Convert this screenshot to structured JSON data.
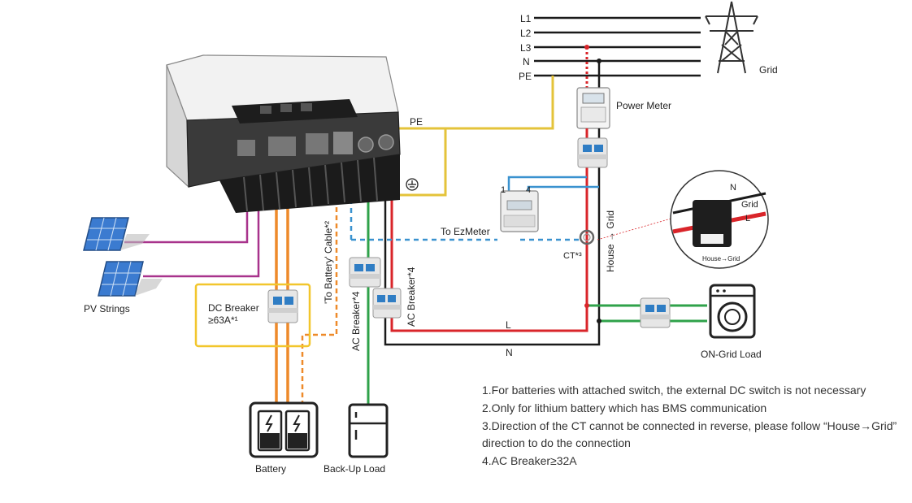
{
  "lines": {
    "l1": "L1",
    "l2": "L2",
    "l3": "L3",
    "n": "N",
    "pe": "PE"
  },
  "labels": {
    "grid": "Grid",
    "power_meter": "Power Meter",
    "pe_cable": "PE",
    "to_ezmeter": "To EzMeter",
    "ct": "CT*³",
    "house_grid": "House → Grid",
    "meter_terminal_1": "1",
    "meter_terminal_4": "4",
    "pv_strings": "PV Strings",
    "dc_breaker": "DC Breaker",
    "dc_breaker_rating": "≥63A*¹",
    "to_battery_cable": "'To Battery' Cable*²",
    "ac_breaker_left": "AC Breaker*4",
    "ac_breaker_right": "AC Breaker*4",
    "line_l": "L",
    "line_n": "N",
    "battery": "Battery",
    "backup_load": "Back-Up Load",
    "ongrid_load": "ON-Grid Load",
    "ct_zoom_n": "N",
    "ct_zoom_grid": "Grid",
    "ct_zoom_l": "L",
    "ct_zoom_house_grid": "House→Grid"
  },
  "notes": [
    "1.For batteries with attached switch,  the external DC switch is not necessary",
    "2.Only for lithium battery which has BMS communication",
    "3.Direction of the CT cannot be connected in reverse, please follow “House→Grid” direction to do the connection",
    "4.AC Breaker≥32A"
  ],
  "colors": {
    "live": "#d9252a",
    "neutral": "#1a1a1a",
    "pe": "#e4c33a",
    "pv": "#a8338c",
    "dc": "#ee8a2a",
    "comm": "#3a92cf",
    "backup": "#2fa24a",
    "highlight": "#f2c62c"
  }
}
